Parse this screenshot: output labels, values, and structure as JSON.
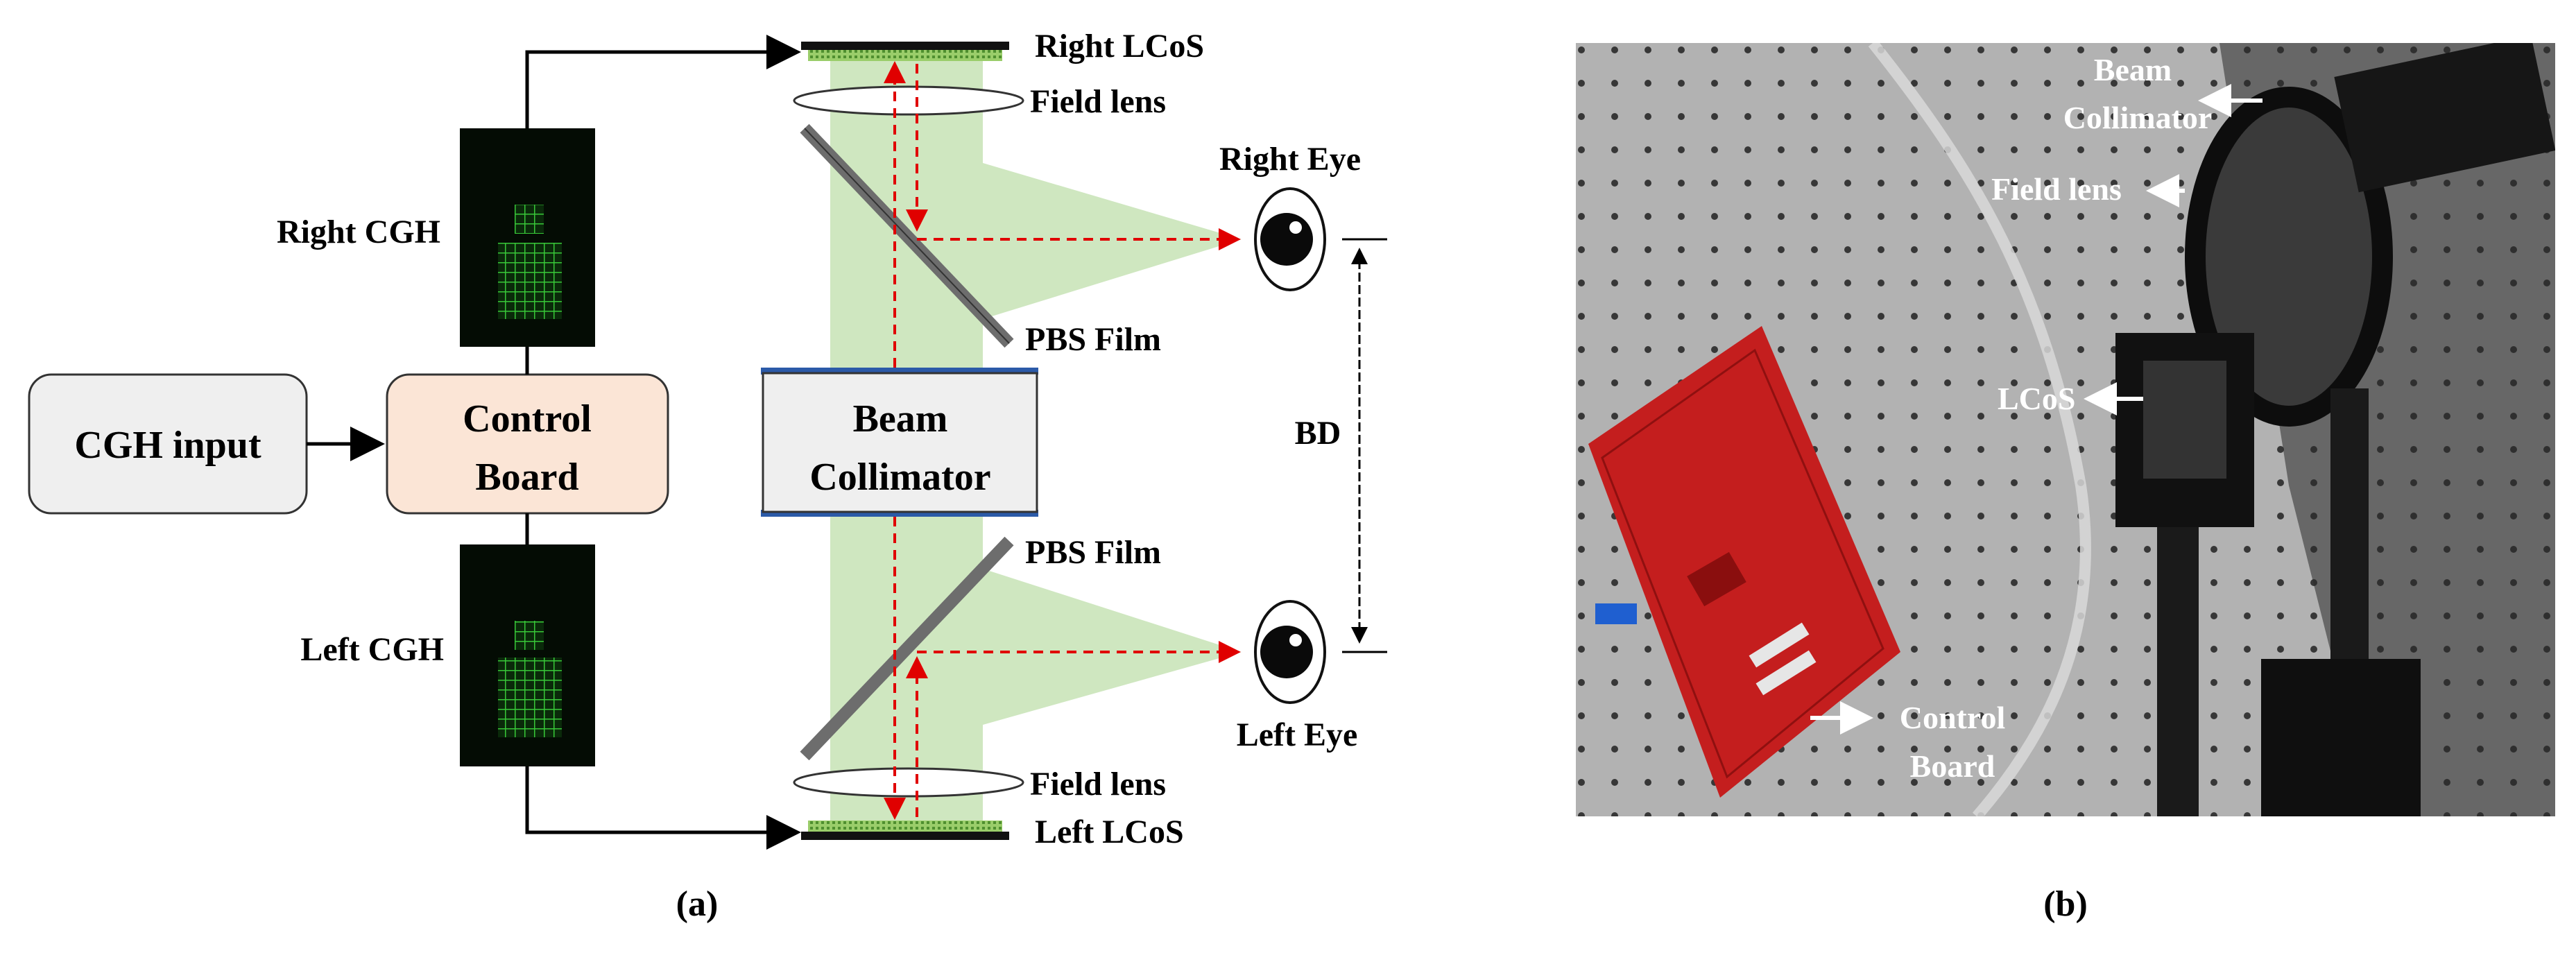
{
  "panel_a": {
    "cgh_input": "CGH input",
    "control_board": [
      "Control",
      "Board"
    ],
    "right_cgh": "Right CGH",
    "left_cgh": "Left CGH",
    "beam_collimator": [
      "Beam",
      "Collimator"
    ],
    "right_lcos": "Right LCoS",
    "left_lcos": "Left LCoS",
    "field_lens_top": "Field lens",
    "field_lens_bottom": "Field lens",
    "pbs_film_top": "PBS Film",
    "pbs_film_bottom": "PBS Film",
    "right_eye": "Right Eye",
    "left_eye": "Left Eye",
    "bd": "BD",
    "caption": "(a)"
  },
  "panel_b": {
    "beam_collimator": [
      "Beam",
      "Collimator"
    ],
    "field_lens": "Field lens",
    "lcos": "LCoS",
    "control_board": [
      "Control",
      "Board"
    ],
    "caption": "(b)"
  },
  "colors": {
    "control_board_fill": "#fbe5d6",
    "box_fill": "#efefef",
    "beam_green": "#cfe7c0",
    "ray_red": "#e00000",
    "cgh_green": "#38c838",
    "pcb_red": "#c41e1e"
  }
}
